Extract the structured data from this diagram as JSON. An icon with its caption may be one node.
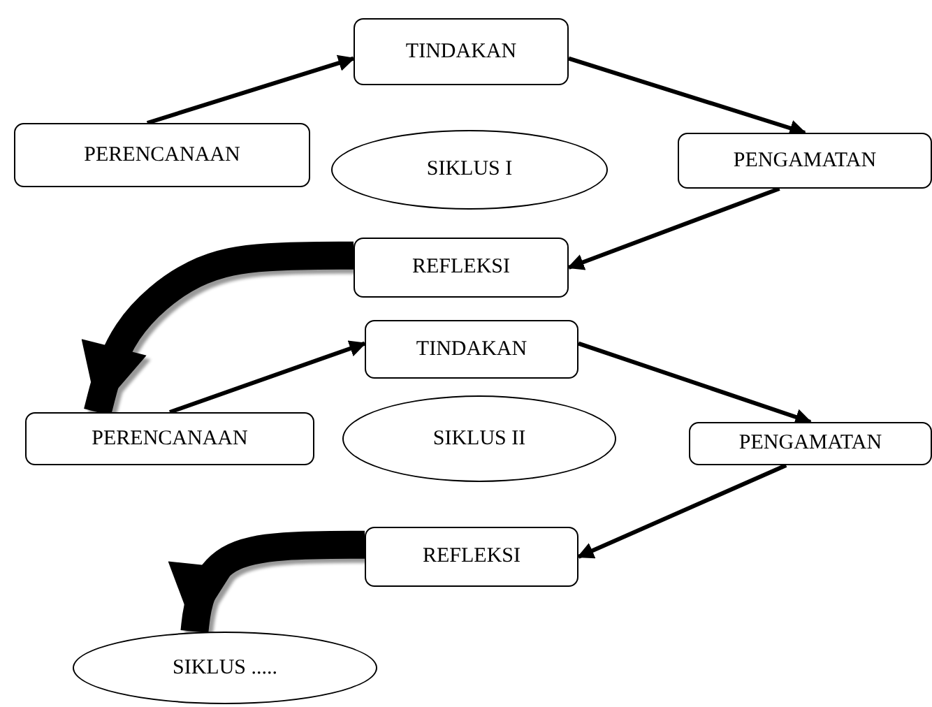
{
  "diagram": {
    "nodes": [
      {
        "text": [
          "PERENCANAAN"
        ]
      },
      {
        "text": [
          "TINDAKAN"
        ]
      },
      {
        "text": [
          "SIKLUS I"
        ]
      },
      {
        "text": [
          "PENGAMATAN"
        ]
      },
      {
        "text": [
          "REFLEKSI"
        ]
      },
      {
        "text": [
          "TINDAKAN"
        ]
      },
      {
        "text": [
          "PERENCANAAN"
        ]
      },
      {
        "text": [
          "SIKLUS II"
        ]
      },
      {
        "text": [
          "PENGAMATAN"
        ]
      },
      {
        "text": [
          "REFLEKSI"
        ]
      },
      {
        "text": [
          "SIKLUS ....."
        ]
      }
    ],
    "edges": [
      {
        "from": 0,
        "to": 1,
        "arrow": "to"
      },
      {
        "from": 1,
        "to": 3,
        "arrow": "to"
      },
      {
        "from": 3,
        "to": 4,
        "arrow": "to"
      },
      {
        "from": 4,
        "to": 6,
        "arrow": "to",
        "style": "thick"
      },
      {
        "from": 6,
        "to": 5,
        "arrow": "to"
      },
      {
        "from": 5,
        "to": 8,
        "arrow": "to"
      },
      {
        "from": 8,
        "to": 9,
        "arrow": "to"
      },
      {
        "from": 9,
        "to": 10,
        "arrow": "to",
        "style": "thick"
      }
    ]
  }
}
